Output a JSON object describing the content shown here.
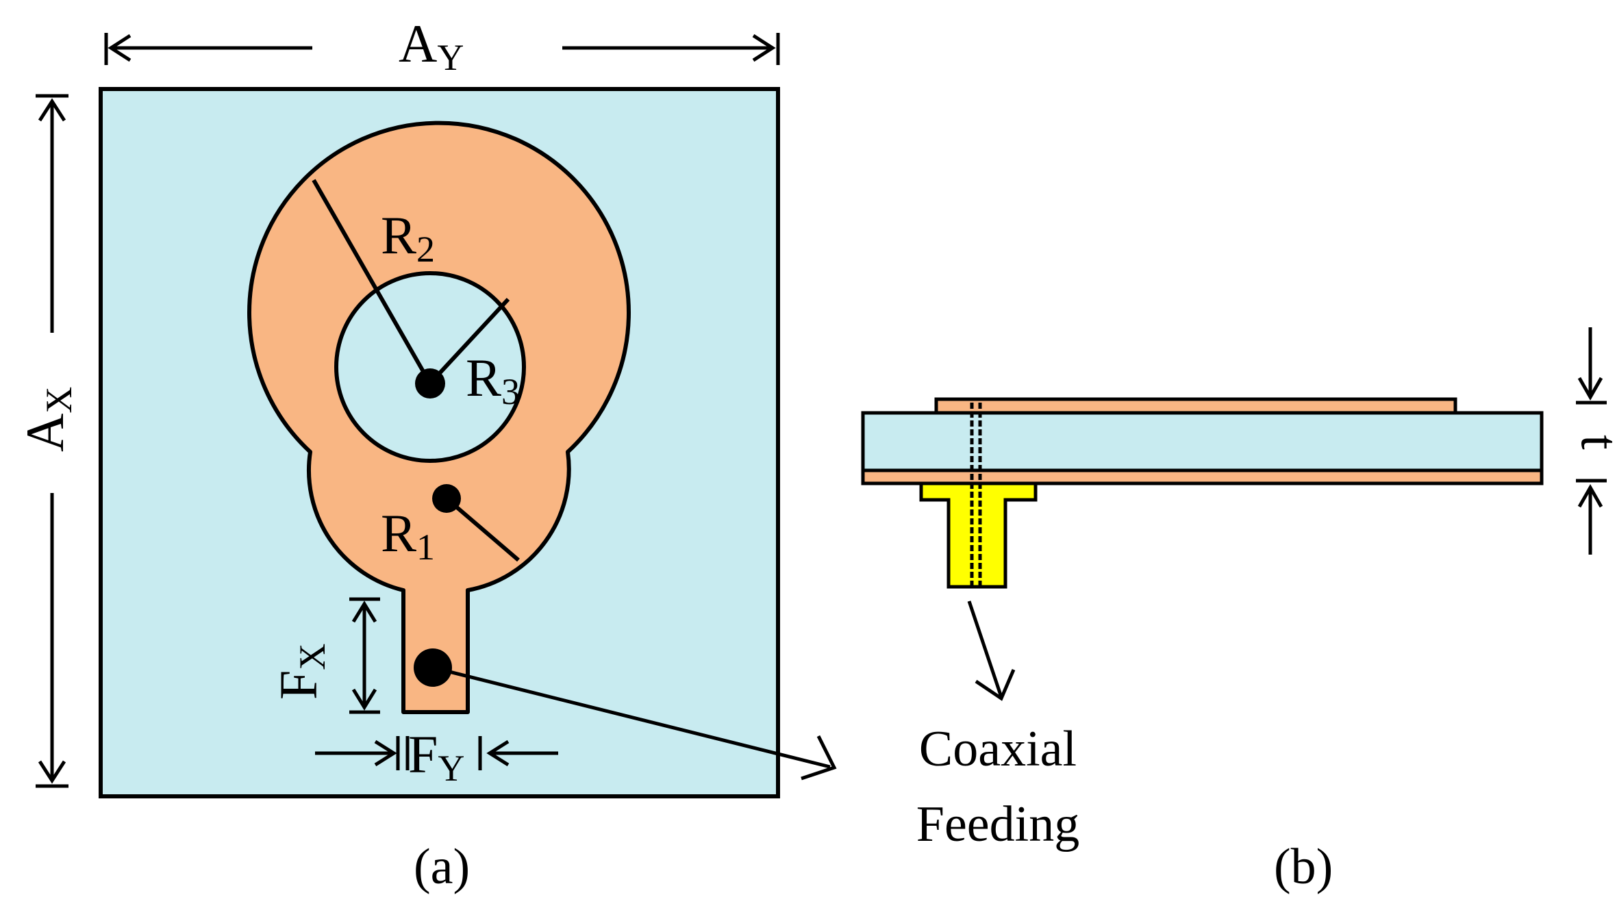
{
  "colors": {
    "substrate": "#c8ebf0",
    "patch": "#f9b683",
    "connector": "#ffff00",
    "outline": "#000000"
  },
  "view_a": {
    "caption": "(a)",
    "labels": {
      "ay": {
        "main": "A",
        "sub": "Y"
      },
      "ax": {
        "main": "A",
        "sub": "X"
      },
      "r1": {
        "main": "R",
        "sub": "1"
      },
      "r2": {
        "main": "R",
        "sub": "2"
      },
      "r3": {
        "main": "R",
        "sub": "3"
      },
      "fx": {
        "main": "F",
        "sub": "X"
      },
      "fy": {
        "main": "F",
        "sub": "Y"
      }
    }
  },
  "view_b": {
    "caption": "(b)",
    "labels": {
      "t": "t"
    }
  },
  "feed": {
    "line1": "Coaxial",
    "line2": "Feeding"
  }
}
